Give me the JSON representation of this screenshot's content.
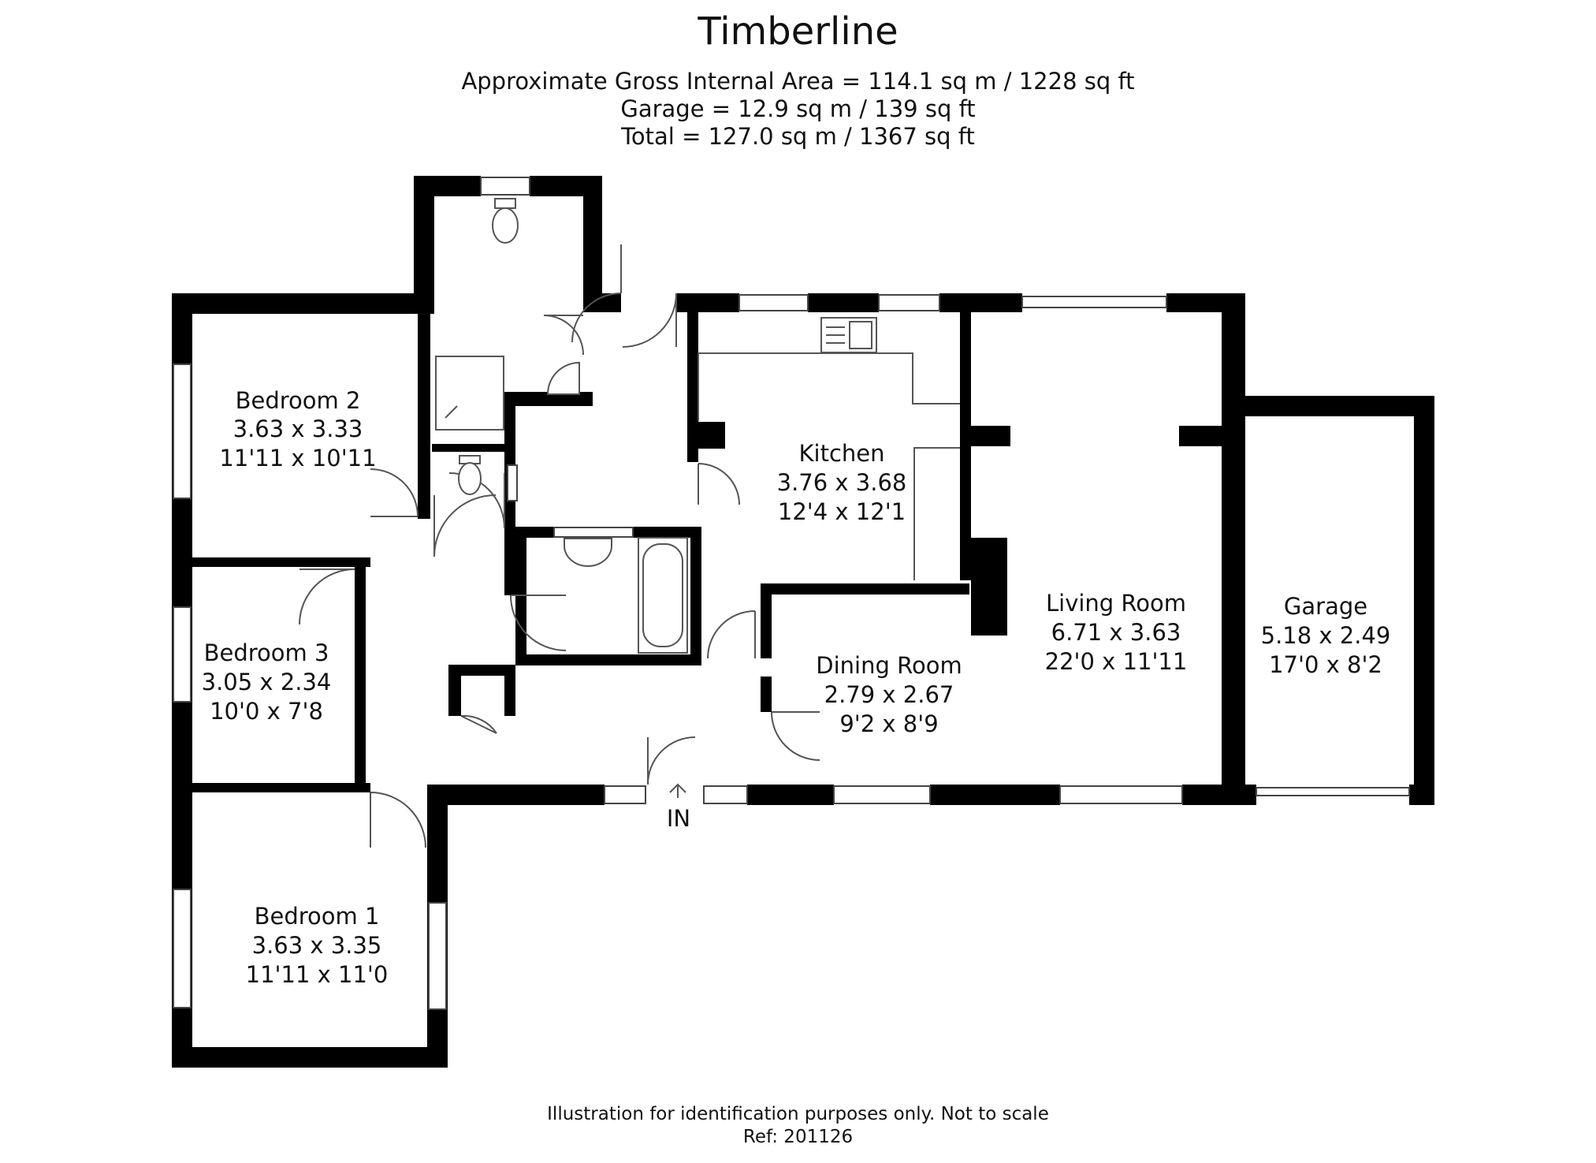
{
  "title": "Timberline",
  "areas": {
    "gross_internal": "Approximate Gross Internal Area = 114.1 sq m / 1228 sq ft",
    "garage": "Garage = 12.9 sq m / 139 sq ft",
    "total": "Total = 127.0 sq m / 1367 sq ft"
  },
  "rooms": {
    "bedroom2": {
      "name": "Bedroom 2",
      "metric": "3.63 x 3.33",
      "imperial": "11'11 x 10'11"
    },
    "bedroom3": {
      "name": "Bedroom 3",
      "metric": "3.05 x 2.34",
      "imperial": "10'0 x 7'8"
    },
    "bedroom1": {
      "name": "Bedroom 1",
      "metric": "3.63 x 3.35",
      "imperial": "11'11 x 11'0"
    },
    "kitchen": {
      "name": "Kitchen",
      "metric": "3.76 x 3.68",
      "imperial": "12'4 x 12'1"
    },
    "dining": {
      "name": "Dining Room",
      "metric": "2.79 x 2.67",
      "imperial": "9'2 x 8'9"
    },
    "living": {
      "name": "Living Room",
      "metric": "6.71 x 3.63",
      "imperial": "22'0 x 11'11"
    },
    "garage": {
      "name": "Garage",
      "metric": "5.18 x 2.49",
      "imperial": "17'0 x 8'2"
    }
  },
  "entrance_label": "IN",
  "footer": {
    "disclaimer": "Illustration for identification purposes only. Not to scale",
    "ref": "Ref: 201126"
  }
}
